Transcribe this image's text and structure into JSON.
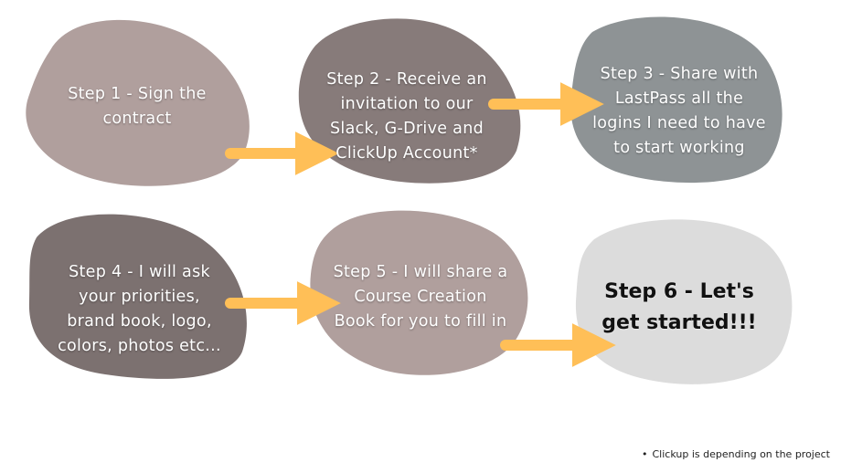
{
  "colors": {
    "blob_1": "#b09f9d",
    "blob_2": "#877b7a",
    "blob_3": "#8e9395",
    "blob_4": "#7c7170",
    "blob_5": "#b09f9d",
    "blob_6": "#dcdcdc",
    "arrow": "#ffbf57"
  },
  "steps": [
    {
      "id": 1,
      "lines": [
        "Step 1 - Sign the",
        "contract"
      ]
    },
    {
      "id": 2,
      "lines": [
        "Step 2 - Receive an",
        "invitation to our",
        "Slack, G-Drive and",
        "ClickUp Account*"
      ]
    },
    {
      "id": 3,
      "lines": [
        "Step 3 - Share with",
        "LastPass all the",
        "logins I need to have",
        "to start working"
      ]
    },
    {
      "id": 4,
      "lines": [
        "Step 4 - I will ask",
        "your priorities,",
        "brand book, logo,",
        "colors, photos etc..."
      ]
    },
    {
      "id": 5,
      "lines": [
        "Step 5 - I will share a",
        "Course Creation",
        "Book for you to fill in"
      ]
    },
    {
      "id": 6,
      "lines": [
        "Step 6 - Let's",
        "get started!!!"
      ]
    }
  ],
  "footnote": {
    "bullet": "•",
    "text": "Clickup is depending on the project"
  }
}
